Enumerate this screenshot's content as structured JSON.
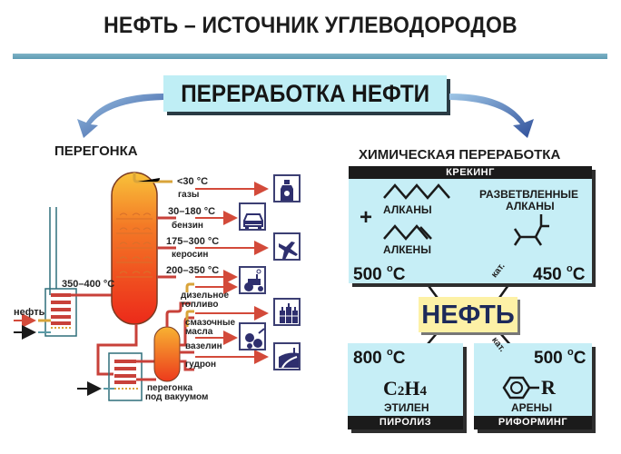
{
  "title": "НЕФТЬ – ИСТОЧНИК УГЛЕВОДОРОДОВ",
  "main_box": "ПЕРЕРАБОТКА НЕФТИ",
  "distillation": {
    "title": "ПЕРЕГОНКА",
    "furnace_temp": "350–400 °С",
    "input_label": "нефть",
    "vacuum_label_1": "перегонка",
    "vacuum_label_2": "под вакуумом",
    "fractions": [
      {
        "temp": "<30 °С",
        "name": "газы",
        "icon": "gas-bottle-icon"
      },
      {
        "temp": "30–180 °С",
        "name": "бензин",
        "icon": "car-icon"
      },
      {
        "temp": "175–300 °С",
        "name": "керосин",
        "icon": "airplane-icon"
      },
      {
        "temp": "200–350 °С",
        "name": "дизельное топливо",
        "icon": "tractor-icon"
      }
    ],
    "vacuum_fractions": [
      {
        "name": "смазочные масла",
        "icon": "oil-bottles-icon"
      },
      {
        "name": "вазелин",
        "icon": "gears-icon"
      },
      {
        "name": "гудрон",
        "icon": "road-icon"
      }
    ],
    "diesel_line1": "дизельное",
    "diesel_line2": "топливо",
    "oils_line1": "смазочные",
    "oils_line2": "масла"
  },
  "chemical": {
    "title": "ХИМИЧЕСКАЯ ПЕРЕРАБОТКА",
    "cracking": {
      "header": "КРЕКИНГ",
      "alkanes": "АЛКАНЫ",
      "alkenes": "АЛКЕНЫ",
      "plus": "+",
      "branched_1": "РАЗВЕТВЛЕННЫЕ",
      "branched_2": "АЛКАНЫ",
      "temp_left": "500",
      "temp_right": "450",
      "unit": "С",
      "deg": "о",
      "catalyst": "кат."
    },
    "center": "НЕФТЬ",
    "pyrolysis": {
      "header": "ПИРОЛИЗ",
      "temp": "800",
      "formula_c": "C",
      "formula_2": "2",
      "formula_h": "H",
      "formula_4": "4",
      "product": "ЭТИЛЕН"
    },
    "reforming": {
      "header": "РИФОРМИНГ",
      "temp": "500",
      "catalyst": "кат.",
      "substituent": "R",
      "product": "АРЕНЫ"
    }
  },
  "colors": {
    "pipe": "#c8413a",
    "column_top": "#f7b233",
    "column_bottom": "#ee2d1c",
    "icon_navy": "#2e2f6e",
    "box_cyan": "#c6eef6",
    "neft_yellow": "#fdf1a6",
    "arrow_blue": "#3d5fa8"
  }
}
